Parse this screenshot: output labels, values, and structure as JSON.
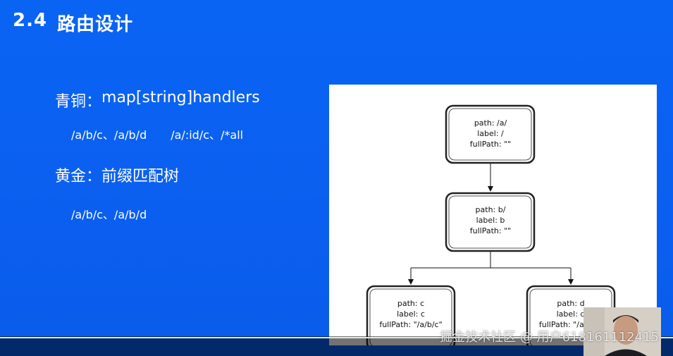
{
  "slide": {
    "number": "2.4",
    "title": "路由设计"
  },
  "content": {
    "bronze": {
      "label": "青铜：",
      "value": "map[string]handlers",
      "examples_left": "/a/b/c、/a/b/d",
      "examples_right": "/a/:id/c、/*all"
    },
    "gold": {
      "label": "黄金：",
      "value": "前缀匹配树",
      "examples": "/a/b/c、/a/b/d"
    }
  },
  "diagram": {
    "nodes": [
      {
        "path": "path: /a/",
        "label": "label: /",
        "fullPath": "fullPath: \"\""
      },
      {
        "path": "path: b/",
        "label": "label: b",
        "fullPath": "fullPath: \"\""
      },
      {
        "path": "path: c",
        "label": "label: c",
        "fullPath": "fullPath: \"/a/b/c\""
      },
      {
        "path": "path: d",
        "label": "label: d",
        "fullPath": "fullPath: \"/a/b/d\""
      }
    ]
  },
  "overlay": {
    "watermark": "掘金技术社区 @ 用户6181611124​15"
  },
  "colors": {
    "background": "#0b62f1",
    "text": "#ffffff",
    "diagram_bg": "#ffffff"
  }
}
